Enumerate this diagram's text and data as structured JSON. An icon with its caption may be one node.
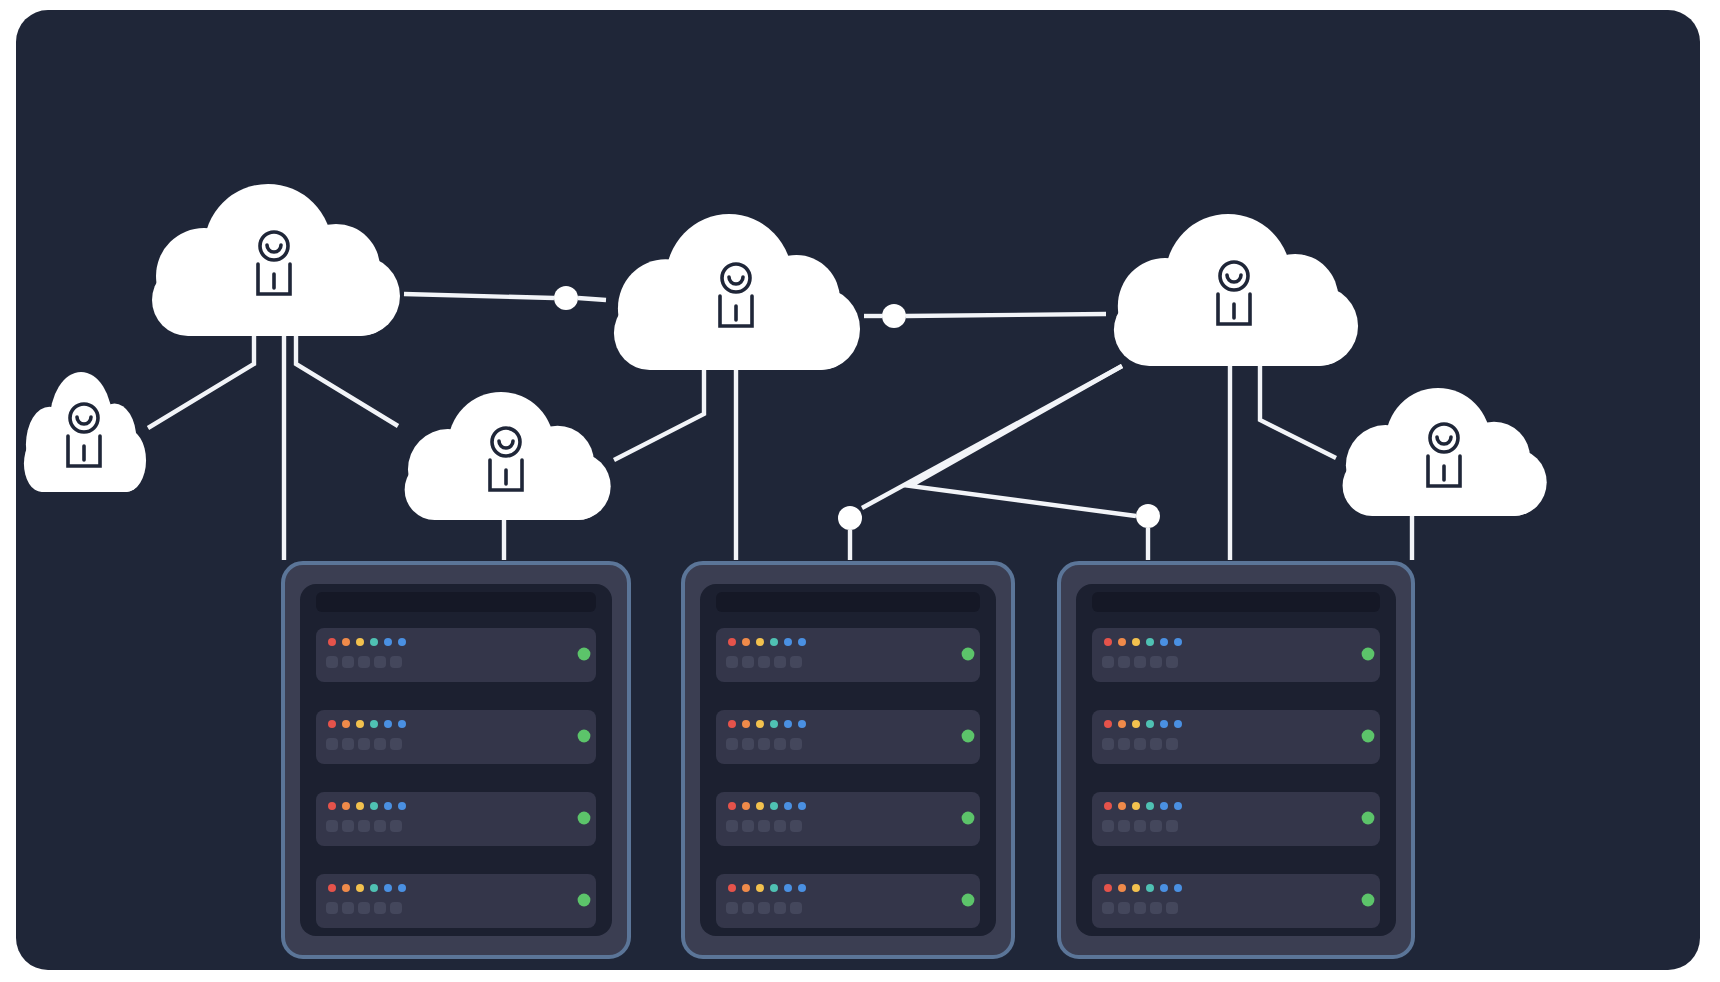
{
  "diagram": {
    "nodes": [
      {
        "text": [],
        "shape": "cloud"
      },
      {
        "text": [],
        "shape": "cloud"
      },
      {
        "text": [],
        "shape": "cloud"
      },
      {
        "text": [],
        "shape": "cloud"
      },
      {
        "text": [],
        "shape": "cloud"
      },
      {
        "text": [],
        "shape": "cloud"
      },
      {
        "text": [],
        "shape": "circle"
      },
      {
        "text": [],
        "shape": "circle"
      },
      {
        "text": [],
        "shape": "circle"
      },
      {
        "text": [],
        "shape": "circle"
      },
      {
        "text": [],
        "shape": "picture"
      },
      {
        "text": [],
        "shape": "picture"
      },
      {
        "text": [],
        "shape": "picture"
      }
    ],
    "edges": [
      {
        "from": 0,
        "to": 6,
        "arrow": "none"
      },
      {
        "from": 6,
        "to": 1,
        "arrow": "none"
      },
      {
        "from": 1,
        "to": 7,
        "arrow": "none"
      },
      {
        "from": 7,
        "to": 2,
        "arrow": "none"
      },
      {
        "from": 0,
        "to": 3,
        "arrow": "none"
      },
      {
        "from": 0,
        "to": 4,
        "arrow": "none"
      },
      {
        "from": 0,
        "to": 10,
        "arrow": "none"
      },
      {
        "from": 4,
        "to": 10,
        "arrow": "none"
      },
      {
        "from": 1,
        "to": 4,
        "arrow": "none"
      },
      {
        "from": 1,
        "to": 11,
        "arrow": "none"
      },
      {
        "from": 2,
        "to": 8,
        "arrow": "none"
      },
      {
        "from": 8,
        "to": 11,
        "arrow": "none"
      },
      {
        "from": 2,
        "to": 9,
        "arrow": "none"
      },
      {
        "from": 9,
        "to": 12,
        "arrow": "none"
      },
      {
        "from": 2,
        "to": 12,
        "arrow": "none"
      },
      {
        "from": 2,
        "to": 5,
        "arrow": "none"
      },
      {
        "from": 5,
        "to": 12,
        "arrow": "none"
      }
    ]
  }
}
